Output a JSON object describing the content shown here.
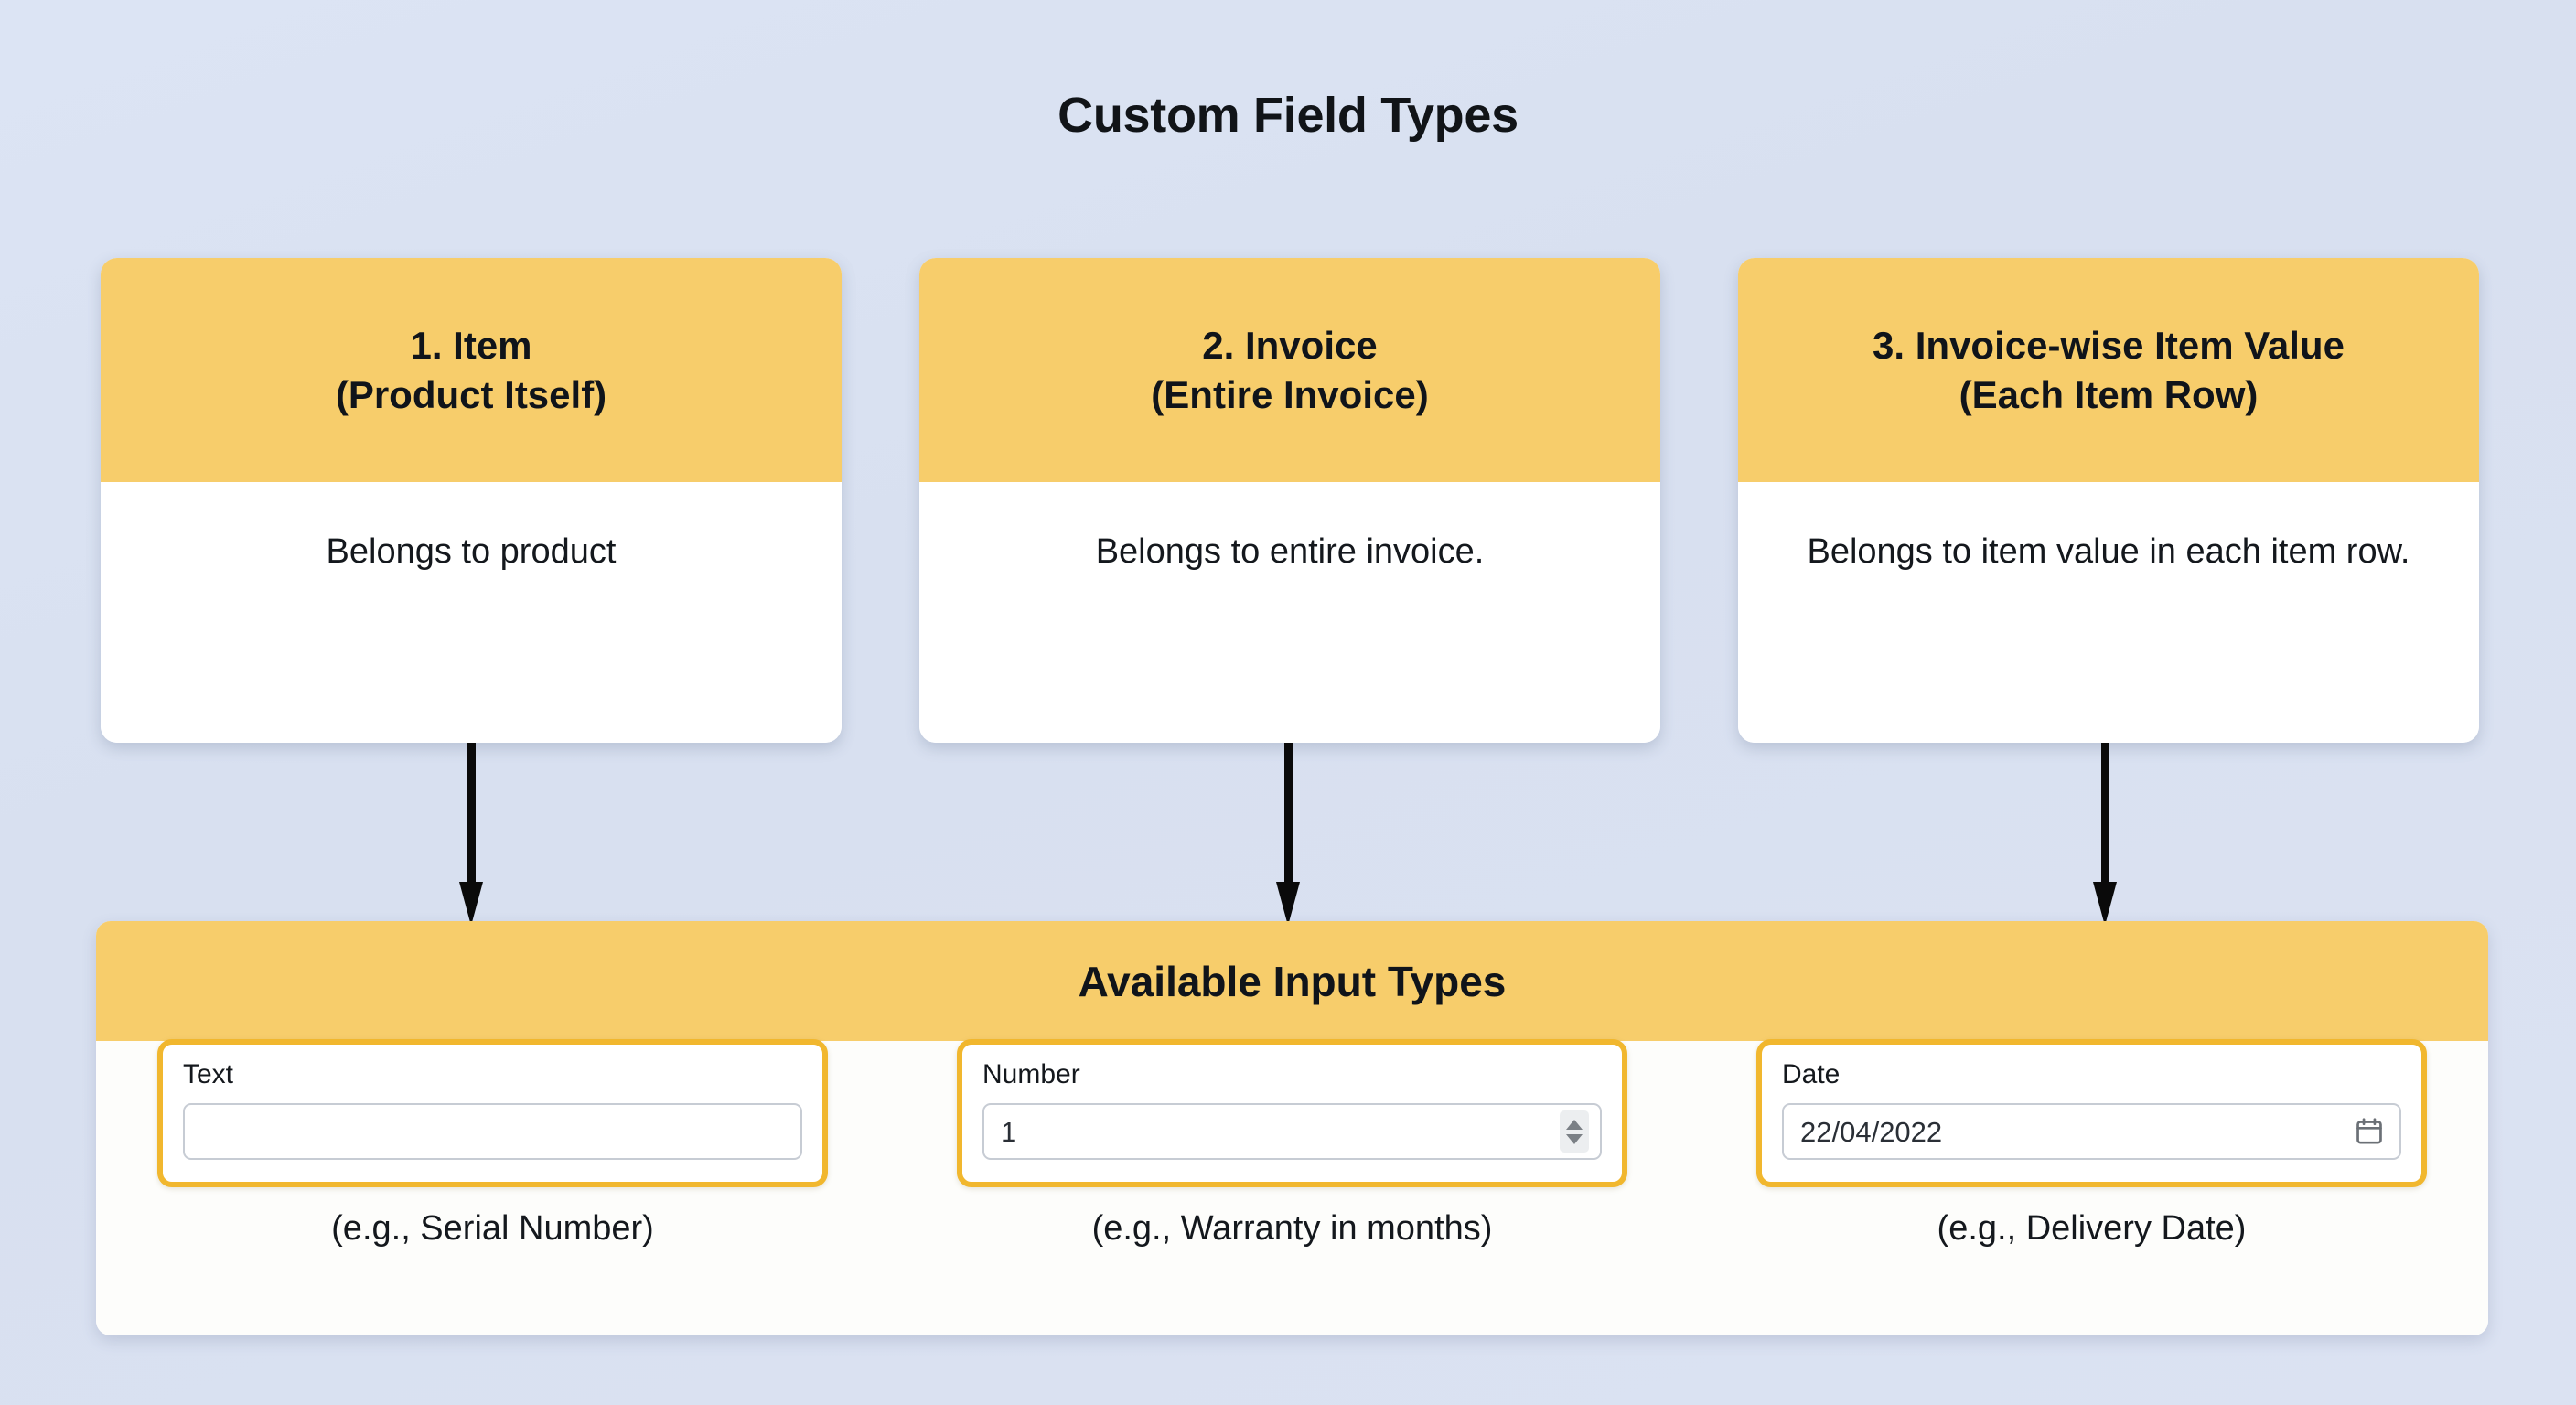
{
  "page": {
    "title": "Custom Field Types",
    "background_color": "#dce4f4",
    "accent_color": "#f7cd6b",
    "field_border_color": "#f1b72e"
  },
  "cards": [
    {
      "title": "1. Item",
      "subtitle": "(Product Itself)",
      "description": "Belongs to product"
    },
    {
      "title": "2. Invoice",
      "subtitle": "(Entire Invoice)",
      "description": "Belongs to entire invoice."
    },
    {
      "title": "3. Invoice-wise Item Value",
      "subtitle": "(Each Item Row)",
      "description": "Belongs to item value in each item row."
    }
  ],
  "input_panel": {
    "title": "Available Input Types",
    "fields": [
      {
        "label": "Text",
        "value": "",
        "placeholder": "",
        "caption": "(e.g., Serial Number)",
        "control": "text-input"
      },
      {
        "label": "Number",
        "value": "1",
        "placeholder": "",
        "caption": "(e.g., Warranty in months)",
        "control": "number-stepper"
      },
      {
        "label": "Date",
        "value": "22/04/2022",
        "placeholder": "",
        "caption": "(e.g., Delivery Date)",
        "control": "date-picker"
      }
    ]
  },
  "connectors": {
    "count": 3,
    "direction": "down",
    "color": "#0a0a0a"
  }
}
